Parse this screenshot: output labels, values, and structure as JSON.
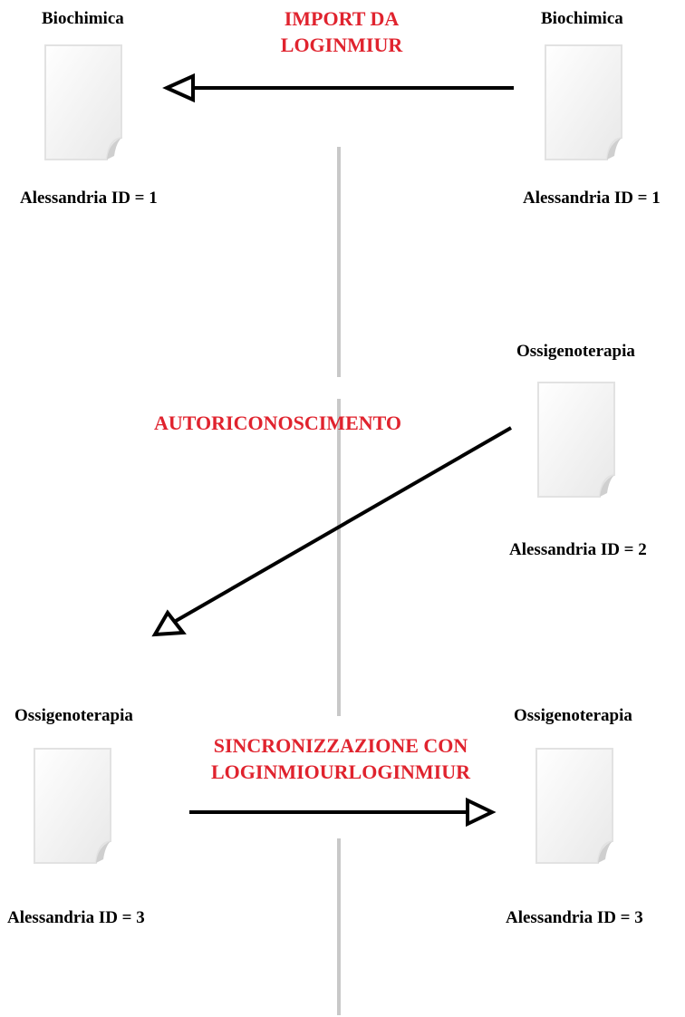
{
  "top": {
    "left": {
      "title": "Biochimica",
      "id_label": "Alessandria ID = 1"
    },
    "right": {
      "title": "Biochimica",
      "id_label": "Alessandria ID = 1"
    },
    "arrow_label_line1": "IMPORT DA",
    "arrow_label_line2": "LOGINMIUR"
  },
  "middle": {
    "right": {
      "title": "Ossigenoterapia",
      "id_label": "Alessandria ID = 2"
    },
    "arrow_label": "AUTORICONOSCIMENTO"
  },
  "bottom": {
    "left": {
      "title": "Ossigenoterapia",
      "id_label": "Alessandria ID = 3"
    },
    "right": {
      "title": "Ossigenoterapia",
      "id_label": "Alessandria ID = 3"
    },
    "arrow_label_line1": "SINCRONIZZAZIONE CON",
    "arrow_label_line2": "LOGINMIOURLOGINMIUR"
  },
  "colors": {
    "label_red": "#e0232e",
    "divider": "#c8c8c8",
    "arrow": "#000000"
  },
  "icons": {
    "document": "document-icon"
  }
}
